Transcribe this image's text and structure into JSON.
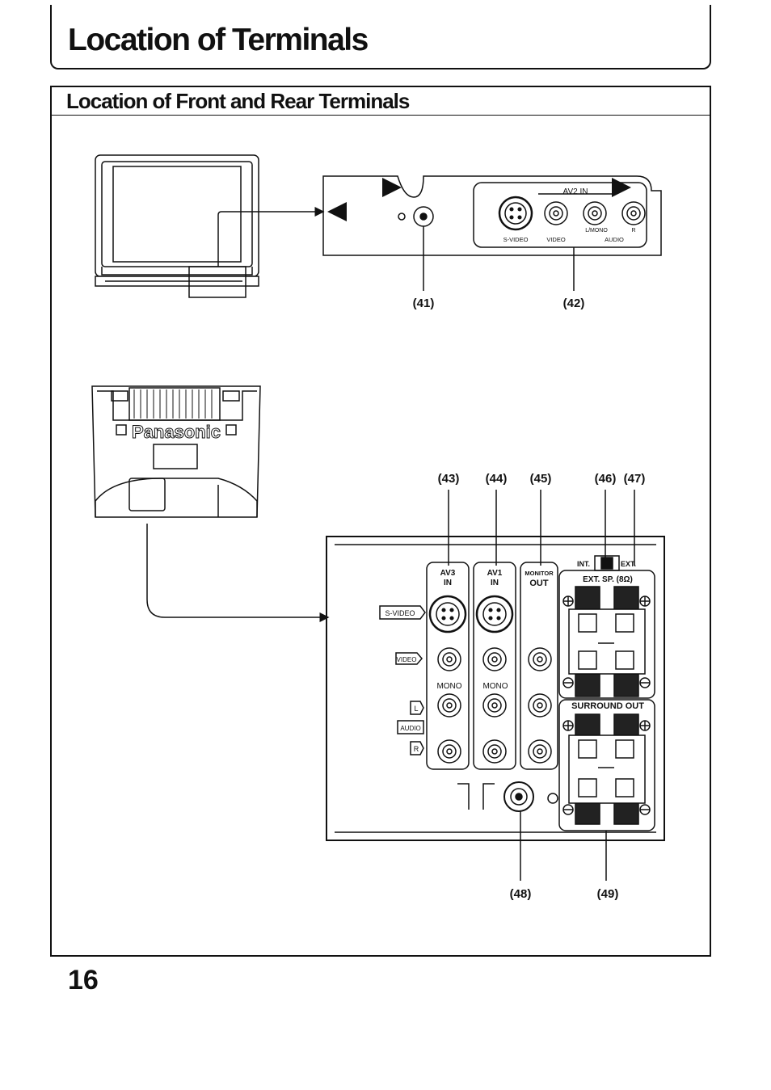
{
  "page_title": "Location of Terminals",
  "section_title": "Location of Front and Rear Terminals",
  "page_number": "16",
  "front_panel": {
    "av2_in": "AV2  IN",
    "svideo": "S-VIDEO",
    "video": "VIDEO",
    "audio": "AUDIO",
    "lmono": "L/MONO",
    "r": "R"
  },
  "tv_rear": {
    "brand": "Panasonic"
  },
  "callouts": {
    "c41": "(41)",
    "c42": "(42)",
    "c43": "(43)",
    "c44": "(44)",
    "c45": "(45)",
    "c46": "(46)",
    "c47": "(47)",
    "c48": "(48)",
    "c49": "(49)"
  },
  "rear_panel": {
    "av3": "AV3",
    "av3_in": "IN",
    "av1": "AV1",
    "av1_in": "IN",
    "monitor": "MONITOR",
    "monitor_out": "OUT",
    "int": "INT.",
    "ext": "EXT.",
    "ext_sp": "EXT. SP. (8Ω)",
    "surround_out": "SURROUND   OUT",
    "svideo_tag": "S-VIDEO",
    "video_tag": "VIDEO",
    "audio_tag": "AUDIO",
    "l_tag": "L",
    "r_tag": "R",
    "mono1": "MONO",
    "mono2": "MONO"
  }
}
